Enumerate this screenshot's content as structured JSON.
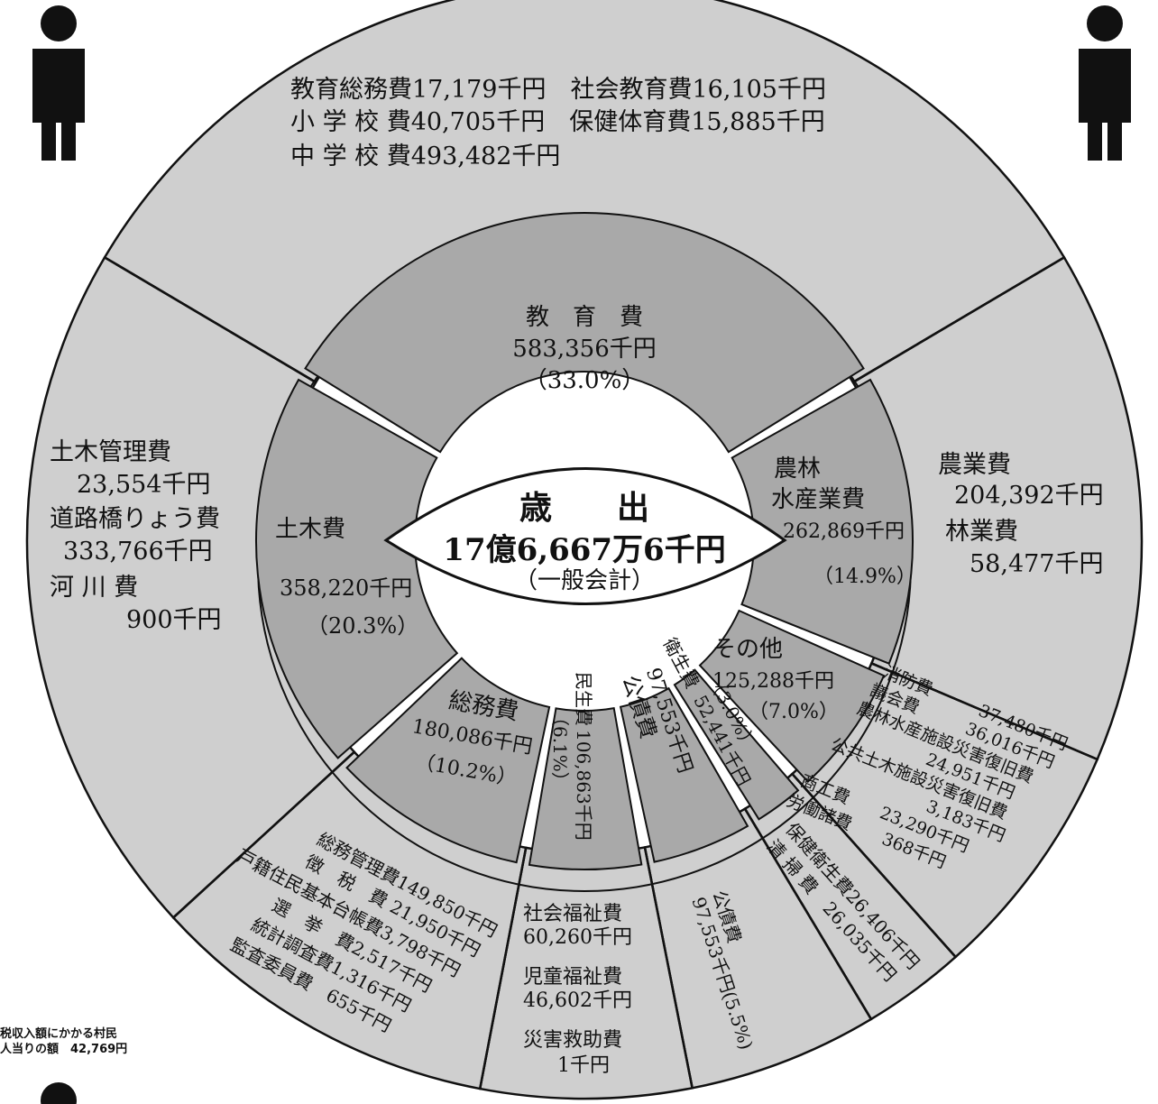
{
  "chart_data": {
    "type": "pie",
    "center": {
      "title": "歳　　出",
      "total": "17億6,667万6千円",
      "sub": "（一般会計）"
    },
    "inner": [
      {
        "key": "edu",
        "name": "教　育　費",
        "amount": "583,356千円",
        "pct": "（33.0%）",
        "value": 583356,
        "percent": 33.0
      },
      {
        "key": "agr",
        "name1": "農林",
        "name2": "水産業費",
        "amount": "262,869千円",
        "pct": "（14.9%）",
        "value": 262869,
        "percent": 14.9
      },
      {
        "key": "oth",
        "name": "その他",
        "amount": "125,288千円",
        "pct": "（7.0%）",
        "value": 125288,
        "percent": 7.0
      },
      {
        "key": "hyg",
        "name": "衛生費",
        "amount": "52,441千円",
        "pct": "（3.0%）",
        "value": 52441,
        "percent": 3.0
      },
      {
        "key": "debt",
        "name": "公債費",
        "amount": "97,553千円",
        "value": 97553,
        "percent": 5.5
      },
      {
        "key": "wel",
        "name": "民生費",
        "amount": "106,863千円",
        "pct": "（6.1%）",
        "value": 106863,
        "percent": 6.1
      },
      {
        "key": "gen",
        "name": "総務費",
        "amount": "180,086千円",
        "pct": "（10.2%）",
        "value": 180086,
        "percent": 10.2
      },
      {
        "key": "civ",
        "name": "土木費",
        "amount": "358,220千円",
        "pct": "（20.3%）",
        "value": 358220,
        "percent": 20.3
      }
    ],
    "outer": {
      "edu": [
        "教育総務費17,179千円　社会教育費16,105千円",
        "小 学 校 費40,705千円　保健体育費15,885千円",
        "中 学 校 費493,482千円"
      ],
      "agr": [
        "農業費",
        "204,392千円",
        "林業費",
        "58,477千円"
      ],
      "oth": [
        "消防費　　　37,480千円",
        "議会費　　　36,016千円",
        "農林水産施設災害復旧費",
        "24,951千円",
        "公共土木施設災害復旧費",
        "3,183千円",
        "商工費　　23,290千円",
        "労働諸費　　368千円"
      ],
      "hyg": [
        "保健衛生費26,406千円",
        "清 掃 費　26,035千円"
      ],
      "debt": [
        "公債費",
        "97,553千円(5.5%)"
      ],
      "wel": [
        "社会福祉費",
        "60,260千円",
        "児童福祉費",
        "46,602千円",
        "災害救助費",
        "1千円"
      ],
      "gen": [
        "総務管理費149,850千円",
        "徴　税　費 21,950千円",
        "戸籍住民基本台帳費3,798千円",
        "選　挙　費2,517千円",
        "統計調査費1,316千円",
        "監査委員費　655千円"
      ],
      "civ": [
        "土木管理費",
        "23,554千円",
        "道路橋りょう費",
        "333,766千円",
        "河 川 費",
        "900千円"
      ]
    }
  },
  "note": [
    "税収入額にかかる村民",
    "人当りの額　42,769円"
  ],
  "colors": {
    "outer": "#cfcfcf",
    "inner": "#a9a9a9",
    "ink": "#111111",
    "paper": "#ffffff"
  }
}
